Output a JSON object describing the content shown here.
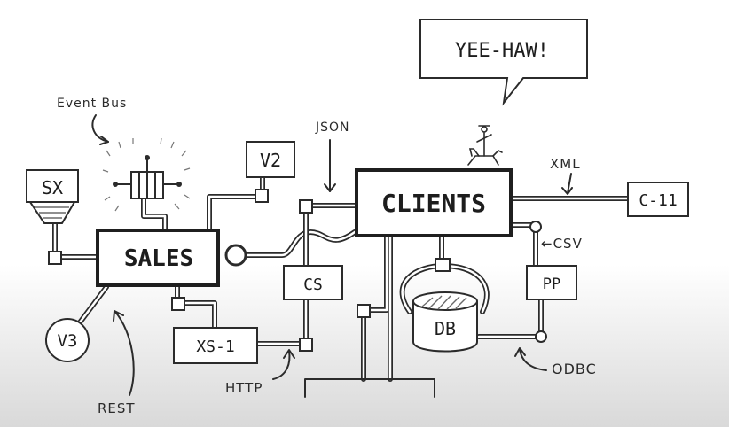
{
  "nodes": {
    "sales": "SALES",
    "clients": "CLIENTS",
    "sx": "SX",
    "v2": "V2",
    "v3": "V3",
    "cs": "CS",
    "xs1": "XS-1",
    "db": "DB",
    "pp": "PP",
    "c11": "C-11"
  },
  "annotations": {
    "event_bus": "Event Bus",
    "json": "JSON",
    "xml": "XML",
    "csv": "←CSV",
    "odbc": "ODBC",
    "rest": "REST",
    "http": "HTTP"
  },
  "speech_bubble": "YEE-HAW!"
}
